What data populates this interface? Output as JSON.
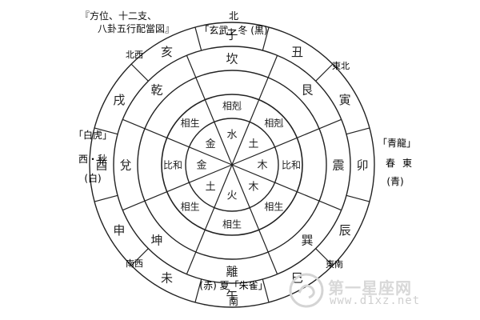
{
  "title": [
    "『方位、十二支、",
    "八卦五行配當図』"
  ],
  "twelve_branches": [
    "子",
    "丑",
    "寅",
    "卯",
    "辰",
    "巳",
    "午",
    "未",
    "申",
    "酉",
    "戌",
    "亥"
  ],
  "trigrams": [
    "坎",
    "艮",
    "震",
    "巽",
    "離",
    "坤",
    "兌",
    "乾"
  ],
  "relations": [
    "相剋",
    "相剋",
    "比和",
    "相生",
    "相生",
    "相生",
    "比和",
    "相生"
  ],
  "elements": [
    "水",
    "土",
    "木",
    "木",
    "火",
    "土",
    "金",
    "金"
  ],
  "directions": {
    "north": "北",
    "south": "南",
    "northeast": "東北",
    "southeast": "東南",
    "southwest": "南西",
    "northwest": "北西"
  },
  "seasons": {
    "north": "「玄武」冬 (黒)",
    "south": "(赤) 夏「朱雀」",
    "east_1": "「青龍」",
    "east_2": "春",
    "east_3": "東",
    "east_4": "(青)",
    "west_1": "「白虎」",
    "west_2": "西・秋",
    "west_3": "(白)"
  },
  "watermark": {
    "text": "第一星座网",
    "url": "www.d1xz.net"
  },
  "colors": {
    "ink": "#222222",
    "watermark": "#d0d0d0"
  }
}
